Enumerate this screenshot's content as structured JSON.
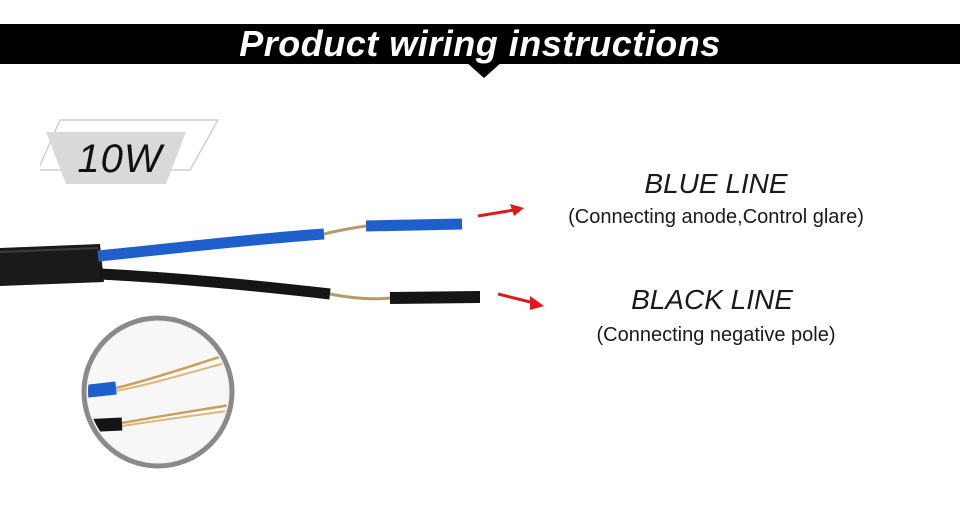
{
  "header": {
    "title": "Product wiring instructions"
  },
  "badge": {
    "label": "10W"
  },
  "wires": [
    {
      "name": "BLUE LINE",
      "description": "(Connecting anode,Control glare)",
      "color": "#1e5fcc"
    },
    {
      "name": "BLACK LINE",
      "description": "(Connecting negative pole)",
      "color": "#111111"
    }
  ],
  "colors": {
    "banner": "#000000",
    "arrow": "#e01818",
    "badge": "#d9d9d9",
    "copper": "#c9a05a"
  },
  "icons": {
    "arrow": "red-arrow-icon"
  }
}
